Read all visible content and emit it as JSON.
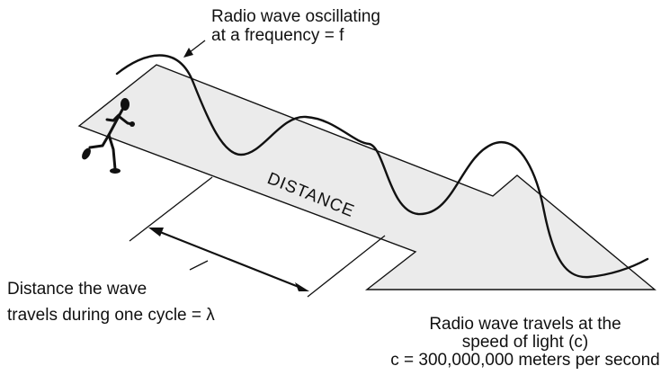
{
  "labels": {
    "wave_top_line1": "Radio wave oscillating",
    "wave_top_line2": "at a frequency = f",
    "distance": "DISTANCE",
    "cycle_line1": "Distance the wave",
    "cycle_line2": "travels during one cycle = λ",
    "speed_line1": "Radio wave travels at the",
    "speed_line2": "speed of light (c)",
    "speed_line3": "c = 300,000,000 meters per second"
  },
  "colors": {
    "road_fill": "#ebebeb",
    "ink": "#111111"
  },
  "icons": [
    "running-person-icon"
  ]
}
